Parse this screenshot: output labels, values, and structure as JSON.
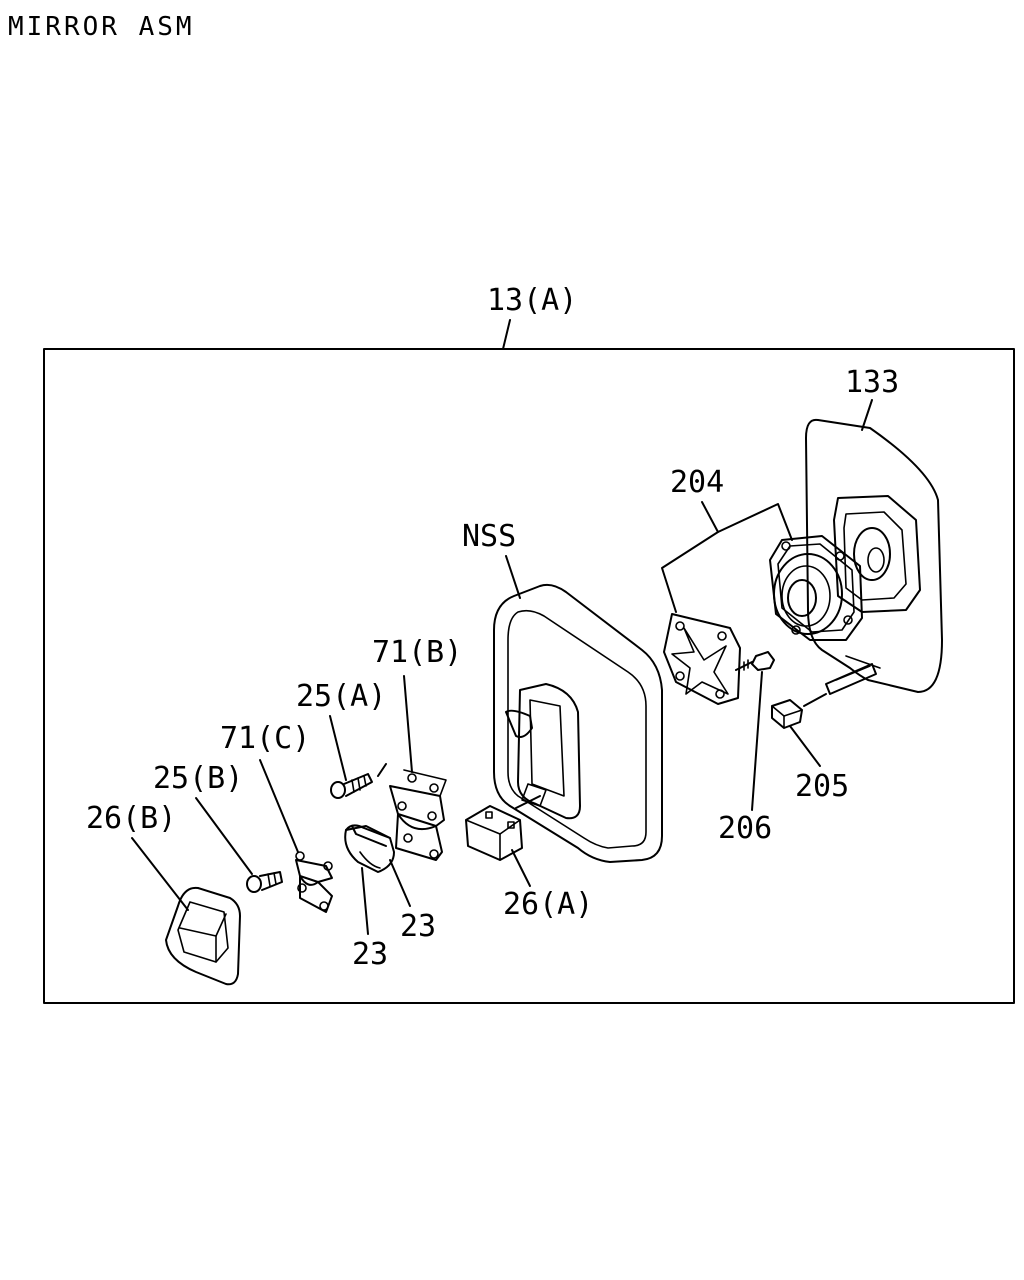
{
  "title": "MIRROR ASM",
  "callouts": {
    "assembly": "13(A)",
    "nss": "NSS",
    "part_133": "133",
    "part_204": "204",
    "part_205": "205",
    "part_206": "206",
    "part_71b": "71(B)",
    "part_71c": "71(C)",
    "part_25a": "25(A)",
    "part_25b": "25(B)",
    "part_26a": "26(A)",
    "part_26b": "26(B)",
    "part_23_left": "23",
    "part_23_right": "23"
  }
}
